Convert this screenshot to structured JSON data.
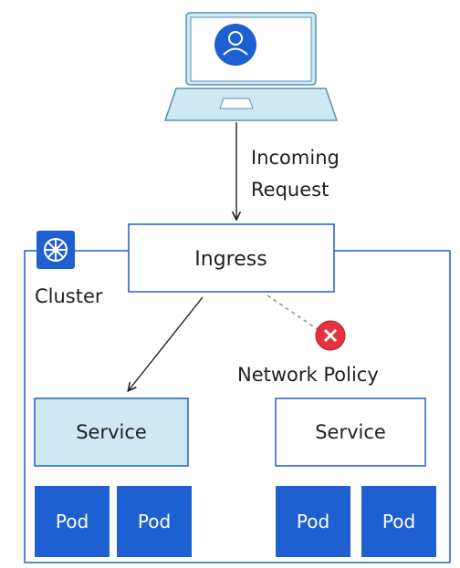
{
  "labels": {
    "incoming_request_line1": "Incoming",
    "incoming_request_line2": "Request",
    "ingress": "Ingress",
    "cluster": "Cluster",
    "network_policy": "Network Policy",
    "service_left": "Service",
    "service_right": "Service",
    "pods": [
      "Pod",
      "Pod",
      "Pod",
      "Pod"
    ]
  },
  "icons": {
    "user": "user-avatar-icon",
    "laptop": "laptop-icon",
    "kubernetes": "kubernetes-helm-icon",
    "blocked": "blocked-x-icon"
  },
  "colors": {
    "accent_blue": "#1e5fd1",
    "laptop_fill": "#cfe9f3",
    "laptop_stroke": "#5b8fb6",
    "service_highlight": "#cfe9f3",
    "blocked_red": "#e3333f",
    "text": "#1f1f1f"
  }
}
